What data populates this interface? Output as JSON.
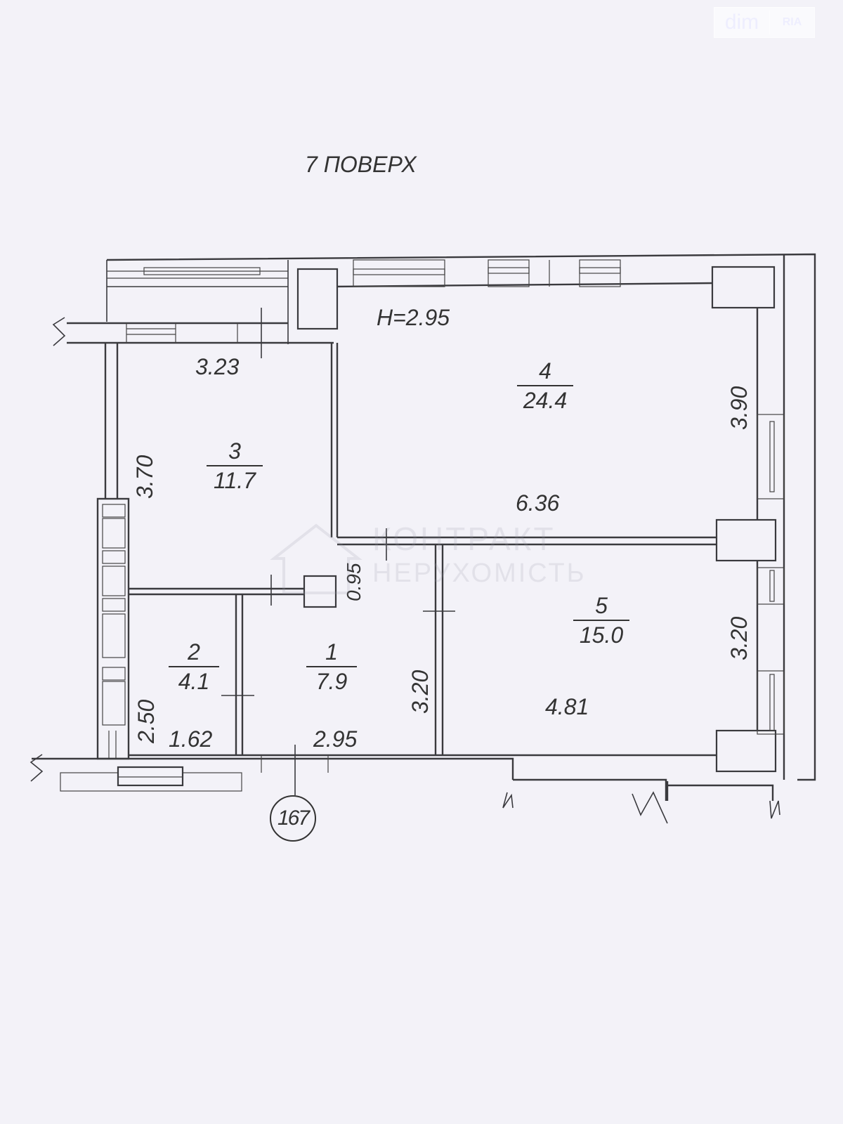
{
  "floor_title": "7 ПОВЕРХ",
  "ceiling_height": "H=2.95",
  "watermark": {
    "line1": "КОНТРАКТ",
    "line2": "НЕРУХОМІСТЬ",
    "icon": "house-icon"
  },
  "logo": {
    "left": "dim",
    "right": "RIA"
  },
  "building_marker": "167",
  "rooms": [
    {
      "number": "1",
      "area": "7.9"
    },
    {
      "number": "2",
      "area": "4.1"
    },
    {
      "number": "3",
      "area": "11.7"
    },
    {
      "number": "4",
      "area": "24.4"
    },
    {
      "number": "5",
      "area": "15.0"
    }
  ],
  "dimensions": {
    "room3_width": "3.23",
    "room3_height": "3.70",
    "room4_width": "6.36",
    "room4_height": "3.90",
    "room5_width": "4.81",
    "room5_height": "3.20",
    "room1_width": "2.95",
    "room1_height": "3.20",
    "room2_width": "1.62",
    "room2_height": "2.50",
    "corridor_width": "0.95"
  },
  "colors": {
    "paper": "#f3f2f8",
    "ink": "#3a3a3e"
  }
}
